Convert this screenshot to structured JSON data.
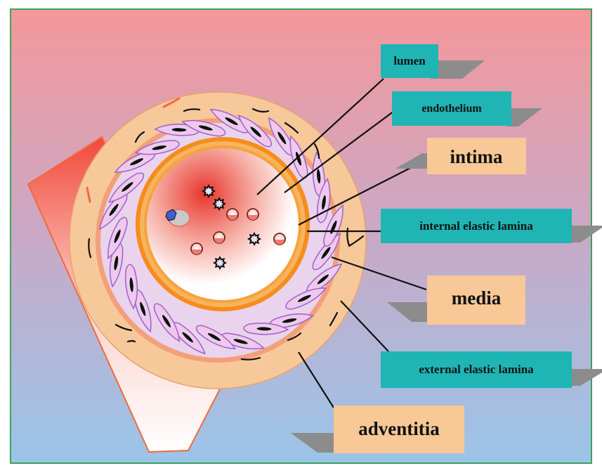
{
  "diagram": {
    "labels": {
      "lumen": "lumen",
      "endothelium": "endothelium",
      "intima": "intima",
      "internal_elastic_lamina": "internal elastic lamina",
      "media": "media",
      "external_elastic_lamina": "external elastic lamina",
      "adventitia": "adventitia"
    }
  },
  "colors": {
    "frame_border": "#3aa35a",
    "background_top": "#f4979a",
    "background_bottom": "#9dc4e8",
    "teal_box": "#1fb5b5",
    "peach_box": "#f8c896",
    "adventitia_ring": "#f7c89a",
    "elastic_lamina": "#f2a07a",
    "media_ring": "#ead3ec",
    "cell_outline": "#9b63c8",
    "internal_lamina_orange": "#f58c1c",
    "lumen_red": "#e63b30"
  }
}
